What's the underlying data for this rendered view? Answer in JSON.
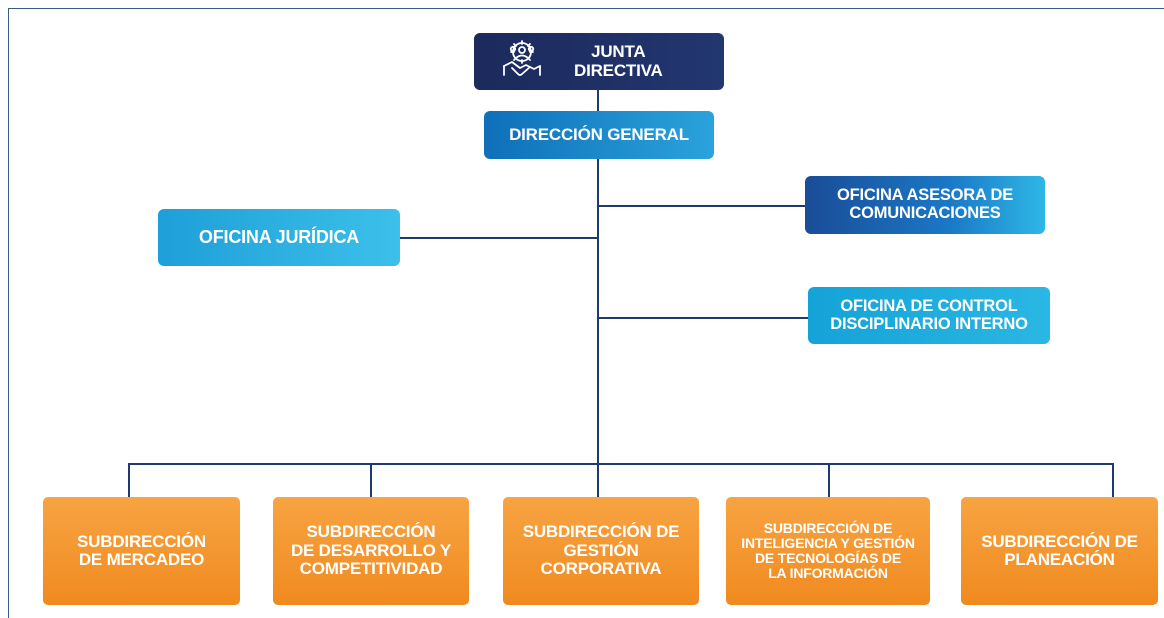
{
  "board": {
    "label": "JUNTA\nDIRECTIVA",
    "icon": "team-handshake-gear-icon"
  },
  "general": {
    "label": "DIRECCIÓN GENERAL"
  },
  "offices": {
    "juridica": "OFICINA JURÍDICA",
    "comunicaciones": "OFICINA ASESORA DE\nCOMUNICACIONES",
    "control": "OFICINA  DE CONTROL\nDISCIPLINARIO INTERNO"
  },
  "subdirections": [
    "SUBDIRECCIÓN\nDE MERCADEO",
    "SUBDIRECCIÓN\nDE DESARROLLO Y\nCOMPETITIVIDAD",
    "SUBDIRECCIÓN DE\nGESTIÓN\nCORPORATIVA",
    "SUBDIRECCIÓN DE\nINTELIGENCIA Y GESTIÓN\nDE  TECNOLOGÍAS DE\nLA INFORMACIÓN",
    "SUBDIRECCIÓN DE\nPLANEACIÓN"
  ],
  "colors": {
    "navy": "#1c2a5c",
    "blue": "#0f6fb8",
    "cyan": "#2ab7e4",
    "orange": "#f39228",
    "line": "#1f3a6e"
  }
}
